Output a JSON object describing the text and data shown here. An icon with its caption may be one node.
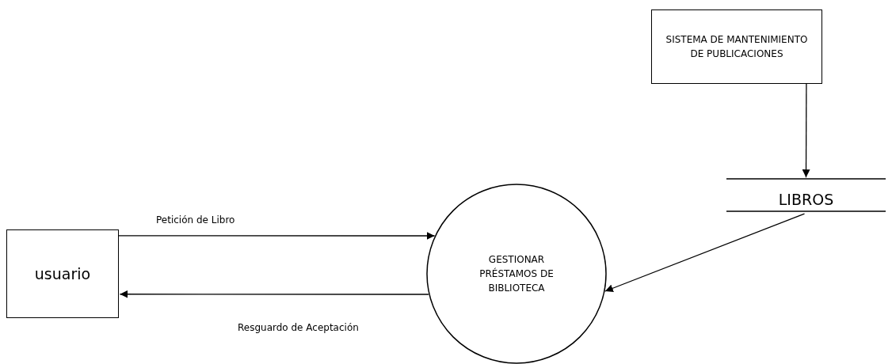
{
  "diagram": {
    "nodes": [
      {
        "text": [
          "usuario"
        ]
      },
      {
        "text": [
          "GESTIONAR PRÉSTAMOS DE BIBLIOTECA"
        ]
      },
      {
        "text": [
          "SISTEMA DE MANTENIMIENTO DE PUBLICACIONES"
        ]
      },
      {
        "text": [
          "LIBROS"
        ]
      }
    ],
    "edges": [
      {
        "from": 0,
        "to": 1,
        "arrow": "to",
        "label": "Petición de Libro"
      },
      {
        "from": 1,
        "to": 0,
        "arrow": "to",
        "label": "Resguardo de Aceptación"
      },
      {
        "from": 2,
        "to": 3,
        "arrow": "to"
      },
      {
        "from": 3,
        "to": 1,
        "arrow": "to"
      }
    ]
  }
}
